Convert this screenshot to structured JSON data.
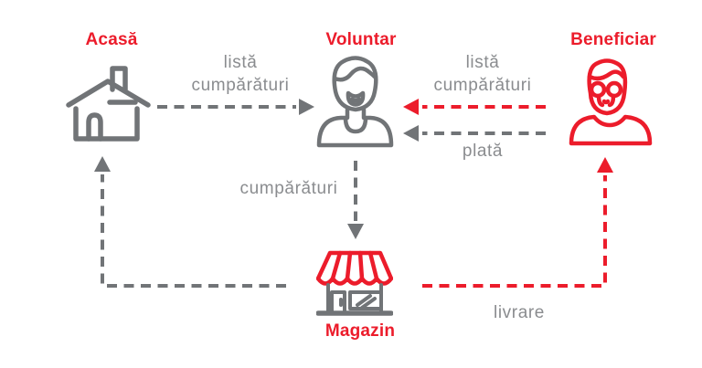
{
  "colors": {
    "red": "#ec1c2b",
    "gray": "#717477",
    "text_gray": "#8a8c8f",
    "background": "#ffffff"
  },
  "nodes": {
    "acasa": {
      "label": "Acasă",
      "icon": "house-icon"
    },
    "voluntar": {
      "label": "Voluntar",
      "icon": "volunteer-person-icon"
    },
    "beneficiar": {
      "label": "Beneficiar",
      "icon": "beneficiary-person-icon"
    },
    "magazin": {
      "label": "Magazin",
      "icon": "store-icon"
    }
  },
  "edges": {
    "lista_acasa_voluntar": {
      "from": "acasa",
      "to": "voluntar",
      "color": "gray",
      "line1": "listă",
      "line2": "cumpărături"
    },
    "lista_beneficiar_voluntar": {
      "from": "beneficiar",
      "to": "voluntar",
      "color": "red",
      "line1": "listă",
      "line2": "cumpărături"
    },
    "plata_beneficiar_voluntar": {
      "from": "beneficiar",
      "to": "voluntar",
      "color": "gray",
      "label": "plată"
    },
    "cumparaturi_voluntar_magazin": {
      "from": "voluntar",
      "to": "magazin",
      "color": "gray",
      "label": "cumpărături"
    },
    "magazin_acasa": {
      "from": "magazin",
      "to": "acasa",
      "color": "gray",
      "label": ""
    },
    "livrare_magazin_beneficiar": {
      "from": "magazin",
      "to": "beneficiar",
      "color": "red",
      "label": "livrare"
    }
  }
}
